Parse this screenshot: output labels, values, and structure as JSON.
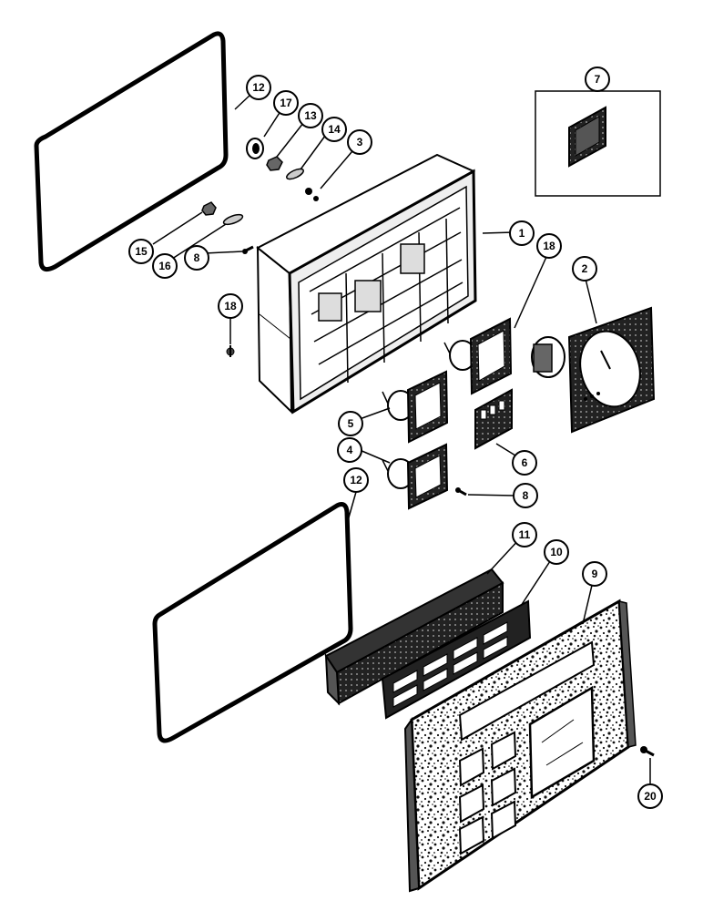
{
  "diagram": {
    "parts": {
      "gasket_upper": "12",
      "gasket_lower": "12",
      "housing": "1",
      "gauge_large": "2",
      "screw_rear": "3",
      "gauge_4": "4",
      "gauge_5": "5",
      "indicator_block": "6",
      "detail_inset": "7",
      "screw_a": "8",
      "screw_b": "8",
      "bezel": "9",
      "lens_frame": "10",
      "grille": "11",
      "nut_13": "13",
      "washer_14": "14",
      "nut_15": "15",
      "washer_16": "16",
      "knob_17": "17",
      "gauge_18": "18",
      "screw_18": "18",
      "screw_front": "20"
    }
  }
}
